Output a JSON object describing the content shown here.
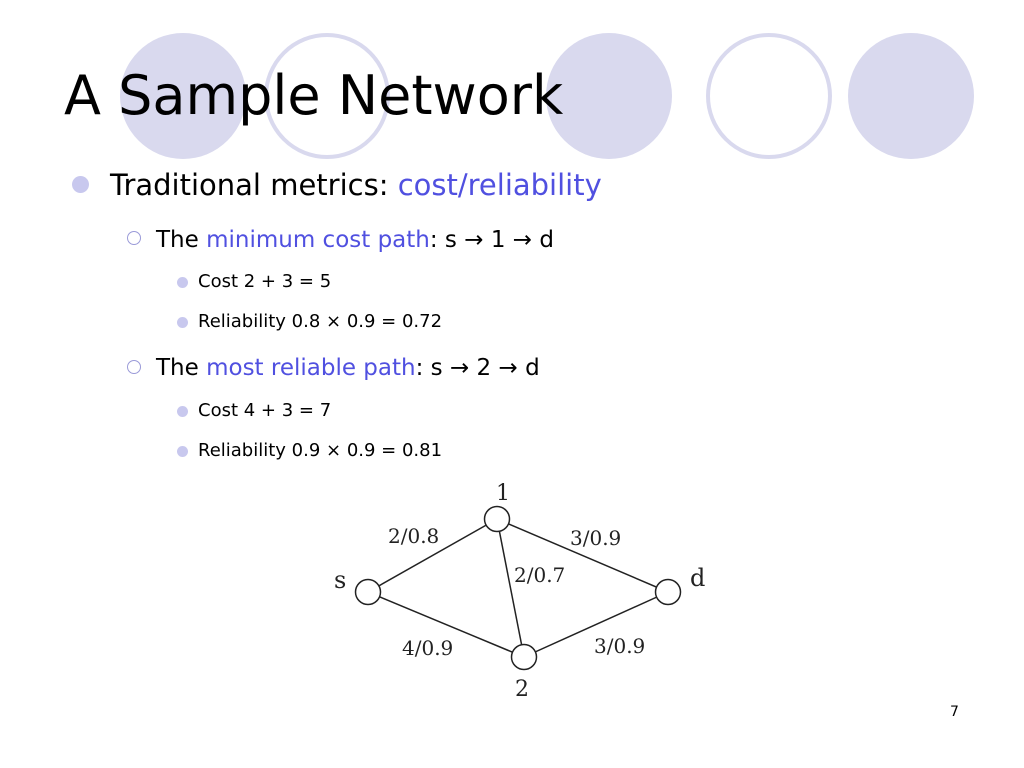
{
  "slide": {
    "title": "A Sample Network",
    "slide_number": "7"
  },
  "colors": {
    "accent": "#5050e0",
    "decoration": "#d9d9ee",
    "bullet": "#c8c8ee"
  },
  "bullets": {
    "main": {
      "text": "Traditional metrics: ",
      "highlight": "cost/reliability"
    },
    "path1": {
      "prefix": "The ",
      "highlight": "minimum cost path",
      "suffix": ":  s ",
      "arrow1": "→",
      "mid": " 1 ",
      "arrow2": "→",
      "end": " d",
      "cost": "Cost  2 + 3 = 5",
      "reliability_prefix": "Reliability  0.8 ",
      "times": "×",
      "reliability_suffix": " 0.9 = 0.72"
    },
    "path2": {
      "prefix": "The ",
      "highlight": "most reliable path",
      "suffix": ":  s ",
      "arrow1": "→",
      "mid": " 2 ",
      "arrow2": "→",
      "end": " d",
      "cost": "Cost 4 + 3 = 7",
      "reliability_prefix": "Reliability 0.9 ",
      "times": "×",
      "reliability_suffix": " 0.9 = 0.81"
    }
  },
  "network": {
    "nodes": {
      "s": "s",
      "n1": "1",
      "n2": "2",
      "d": "d"
    },
    "edges": {
      "s_1": "2/0.8",
      "one_d": "3/0.9",
      "one_2": "2/0.7",
      "s_2": "4/0.9",
      "two_d": "3/0.9"
    }
  }
}
